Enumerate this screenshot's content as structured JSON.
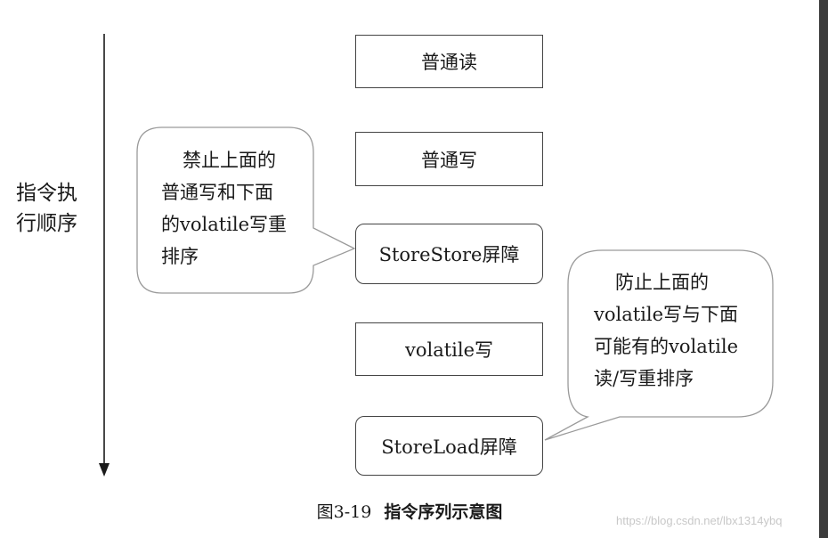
{
  "axis": {
    "label_lines": [
      "指令执",
      "行顺序"
    ]
  },
  "boxes": [
    {
      "label": "普通读"
    },
    {
      "label": "普通写"
    },
    {
      "label": "StoreStore屏障"
    },
    {
      "label": "volatile写"
    },
    {
      "label": "StoreLoad屏障"
    }
  ],
  "callouts": [
    {
      "lines": [
        "禁止上面的",
        "普通写和下面",
        "的volatile写重",
        "排序"
      ]
    },
    {
      "lines": [
        "防止上面的",
        "volatile写与下面",
        "可能有的volatile",
        "读/写重排序"
      ]
    }
  ],
  "caption": {
    "number": "图3-19",
    "title": "指令序列示意图"
  },
  "watermark": "https://blog.csdn.net/lbx1314ybq"
}
